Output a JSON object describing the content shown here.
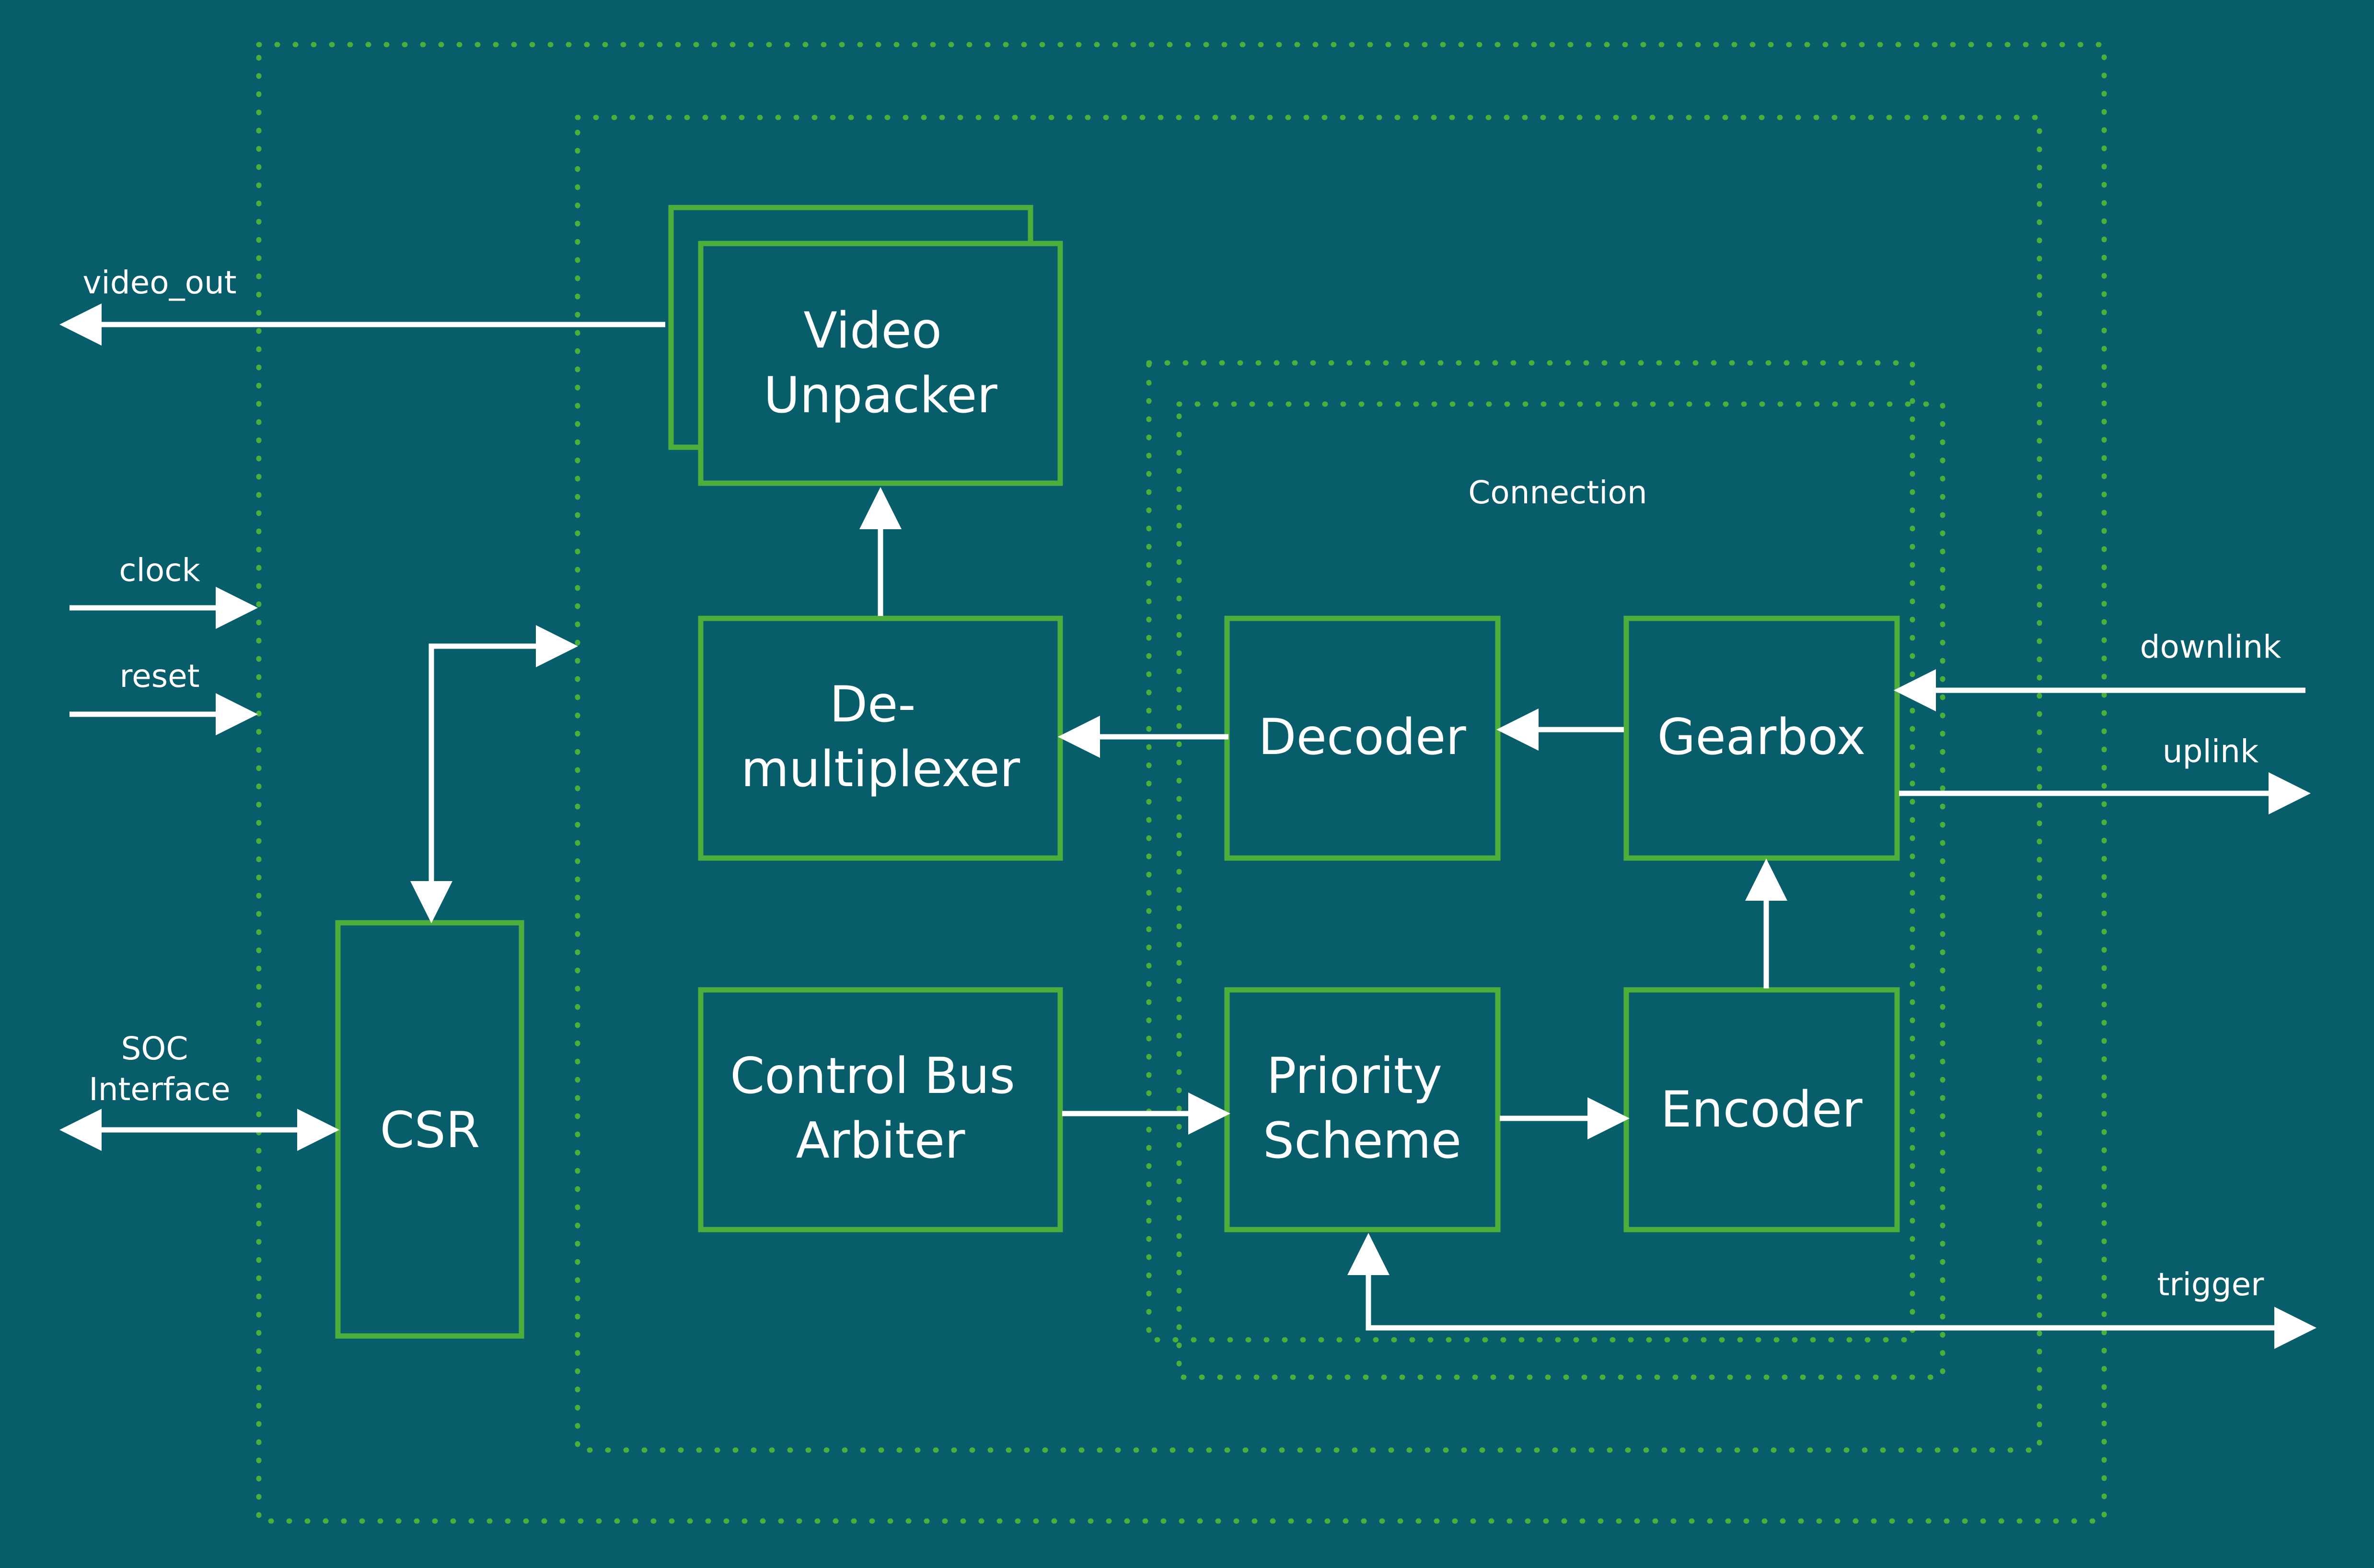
{
  "colors": {
    "background": "#075d69",
    "block_border": "#4caf3c",
    "dotted_border": "#4caf3c",
    "arrow": "#ffffff",
    "text": "#ffffff"
  },
  "blocks": {
    "video_unpacker": [
      "Video",
      "Unpacker"
    ],
    "demultiplexer": [
      "De-",
      "multiplexer"
    ],
    "control_bus_arbiter": [
      "Control Bus",
      "Arbiter"
    ],
    "decoder": [
      "Decoder"
    ],
    "gearbox": [
      "Gearbox"
    ],
    "priority_scheme": [
      "Priority",
      "Scheme"
    ],
    "encoder": [
      "Encoder"
    ],
    "csr": [
      "CSR"
    ]
  },
  "regions": {
    "connection": "Connection"
  },
  "signals": {
    "video_out": "video_out",
    "clock": "clock",
    "reset": "reset",
    "soc_interface": [
      "SOC",
      "Interface"
    ],
    "downlink": "downlink",
    "uplink": "uplink",
    "trigger": "trigger"
  }
}
